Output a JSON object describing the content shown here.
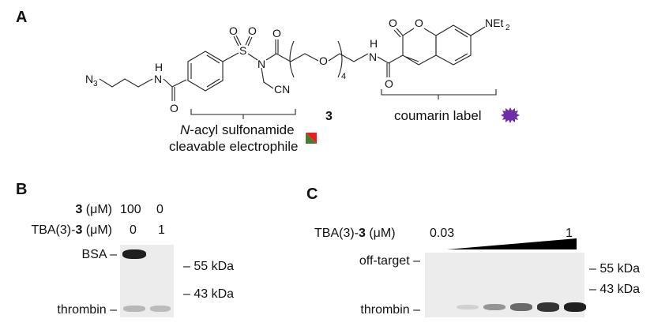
{
  "panel_a": {
    "label": "A",
    "compound_number": "3",
    "structure_atoms": {
      "n3": "N",
      "n3_sub": "3",
      "nh1_n": "N",
      "nh1_h": "H",
      "o_amide1": "O",
      "s": "S",
      "o_s1": "O",
      "o_s2": "O",
      "n_sulfonamide": "N",
      "cn": "CN",
      "o_acyl": "O",
      "o_peg": "O",
      "peg_repeat": "4",
      "nh2_n": "N",
      "nh2_h": "H",
      "o_amide2": "O",
      "o_lactone_carbonyl": "O",
      "o_lactone_ring": "O",
      "net2": "NEt",
      "net2_sub": "2"
    },
    "electrophile_label_italic": "N",
    "electrophile_label_line1": "-acyl sulfonamide",
    "electrophile_label_line2": "cleavable electrophile",
    "coumarin_label": "coumarin label",
    "colors": {
      "electrophile_green": "#4a7a2e",
      "electrophile_red": "#ee1c1c",
      "coumarin_purple": "#6f2da8"
    }
  },
  "panel_b": {
    "label": "B",
    "row1_bold": "3",
    "row1_label": " (μM)",
    "row1_values": [
      "100",
      "0"
    ],
    "row2_prefix": "TBA(3)-",
    "row2_bold": "3",
    "row2_suffix": " (μM)",
    "row2_values": [
      "0",
      "1"
    ],
    "band_labels": {
      "bsa": "BSA –",
      "thrombin": "thrombin –"
    },
    "markers": [
      "– 55 kDa",
      "– 43 kDa"
    ],
    "lanes": [
      {
        "bsa_intensity": 0.95,
        "thrombin_intensity": 0.3
      },
      {
        "bsa_intensity": 0.0,
        "thrombin_intensity": 0.28
      }
    ]
  },
  "panel_c": {
    "label": "C",
    "row_prefix": "TBA(3)-",
    "row_bold": "3",
    "row_suffix": " (μM)",
    "conc_min": "0.03",
    "conc_max": "1",
    "band_labels": {
      "off_target": "off-target –",
      "thrombin": "thrombin –"
    },
    "markers": [
      "– 55 kDa",
      "– 43 kDa"
    ],
    "thrombin_intensities": [
      0.0,
      0.12,
      0.4,
      0.6,
      0.85,
      0.95
    ]
  }
}
